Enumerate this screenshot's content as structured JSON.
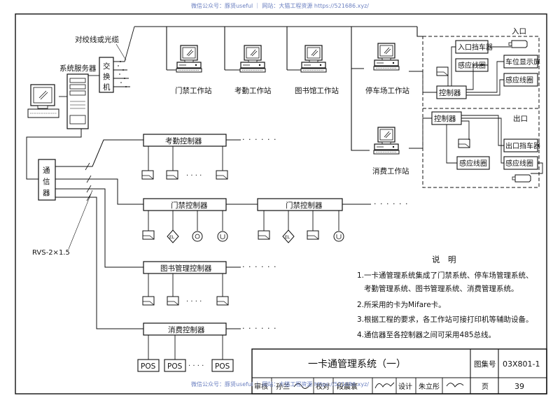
{
  "watermark": {
    "top": "微信公众号：豚贤useful ｜ 网站：大猫工程资源 https://521686.xyz/",
    "bottom": "微信公众号：豚贤useful ｜ 网站：大猫工程资源 https://521686.xyz/"
  },
  "nodes": {
    "twisted_pair": "对绞线或光缆",
    "switch_label": [
      "交",
      "换",
      "机"
    ],
    "system_server": "系统服务器",
    "comm_label": [
      "通",
      "信",
      "器"
    ],
    "rvs_label": "RVS-2×1.5",
    "ws_access": "门禁工作站",
    "ws_attendance": "考勤工作站",
    "ws_library": "图书馆工作站",
    "ws_parking": "停车场工作站",
    "ws_consume": "消费工作站",
    "ctrl_attendance": "考勤控制器",
    "ctrl_access_1": "门禁控制器",
    "ctrl_access_2": "门禁控制器",
    "ctrl_library": "图书管理控制器",
    "ctrl_consume": "消费控制器",
    "el": "EL",
    "pos": "POS",
    "ellipsis": "· · · · · ·",
    "ellipsis_short": "· · · ·"
  },
  "parking": {
    "entrance": "入口",
    "exit": "出口",
    "entry_barrier": "入口挡车器",
    "exit_barrier": "出口挡车器",
    "loop": "感应线圈",
    "display": "车位显示屏",
    "controller": "控制器"
  },
  "notes": {
    "title": "说　明",
    "items": [
      "1.一卡通管理系统集成了门禁系统、停车场管理系统、",
      "考勤管理系统、图书管理系统、消费管理系统。",
      "2.所采用的卡为Mifare卡。",
      "3.根据工程的要求，各工作站可接打印机等辅助设备。",
      "4.通信器至各控制器之间可采用485总线。"
    ]
  },
  "title_block": {
    "title": "一卡通管理系统（一）",
    "atlas_label": "图集号",
    "atlas_no": "03X801-1",
    "review": "审核",
    "reviewer": "孙兰",
    "check": "校对",
    "checker": "段震寰",
    "design": "设计",
    "designer": "朱立彤",
    "page_label": "页",
    "page_no": "39"
  },
  "colors": {
    "line": "#111111",
    "watermark": "#6a7fc0"
  }
}
